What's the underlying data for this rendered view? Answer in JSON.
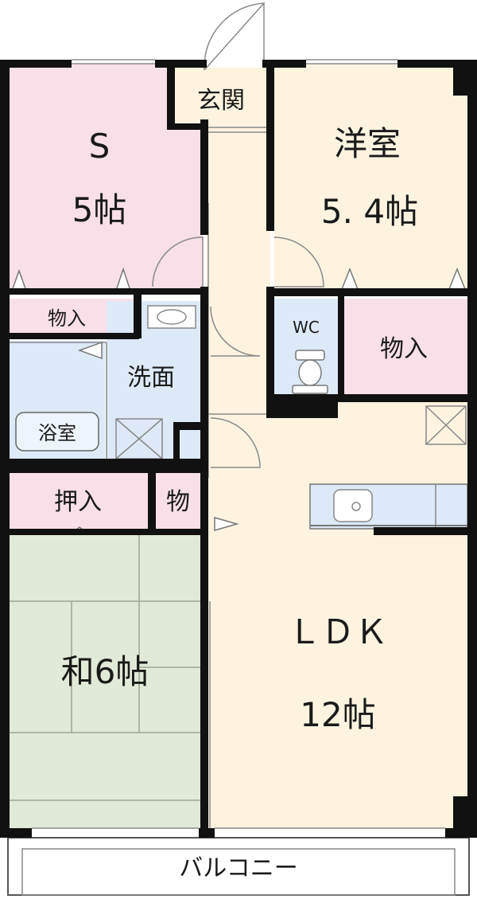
{
  "rooms": {
    "s_room": {
      "name": "S",
      "size": "5帖",
      "color": "#f9dfe7"
    },
    "western_room": {
      "name": "洋室",
      "size": "5. 4帖",
      "color": "#fdf3df"
    },
    "entrance": {
      "name": "玄関",
      "color": "#fdf3df"
    },
    "closet_s": {
      "name": "物入",
      "color": "#f9dfe7"
    },
    "wc": {
      "name": "WC",
      "color": "#dde9f7"
    },
    "closet_western": {
      "name": "物入",
      "color": "#f9dfe7"
    },
    "washroom": {
      "name": "洗面",
      "color": "#dde9f7"
    },
    "bathroom": {
      "name": "浴室",
      "color": "#dde9f7"
    },
    "oshiire": {
      "name": "押入",
      "color": "#f9dfe7"
    },
    "small_storage": {
      "name": "物",
      "color": "#f9dfe7"
    },
    "japanese_room": {
      "name": "和6帖",
      "color": "#e1ead8"
    },
    "ldk": {
      "name": "ＬＤＫ",
      "size": "12帖",
      "color": "#fdf3df"
    },
    "balcony": {
      "name": "バルコニー"
    }
  },
  "colors": {
    "wall": "#111111",
    "line": "#8a8a8a",
    "hall": "#fdf3df"
  }
}
